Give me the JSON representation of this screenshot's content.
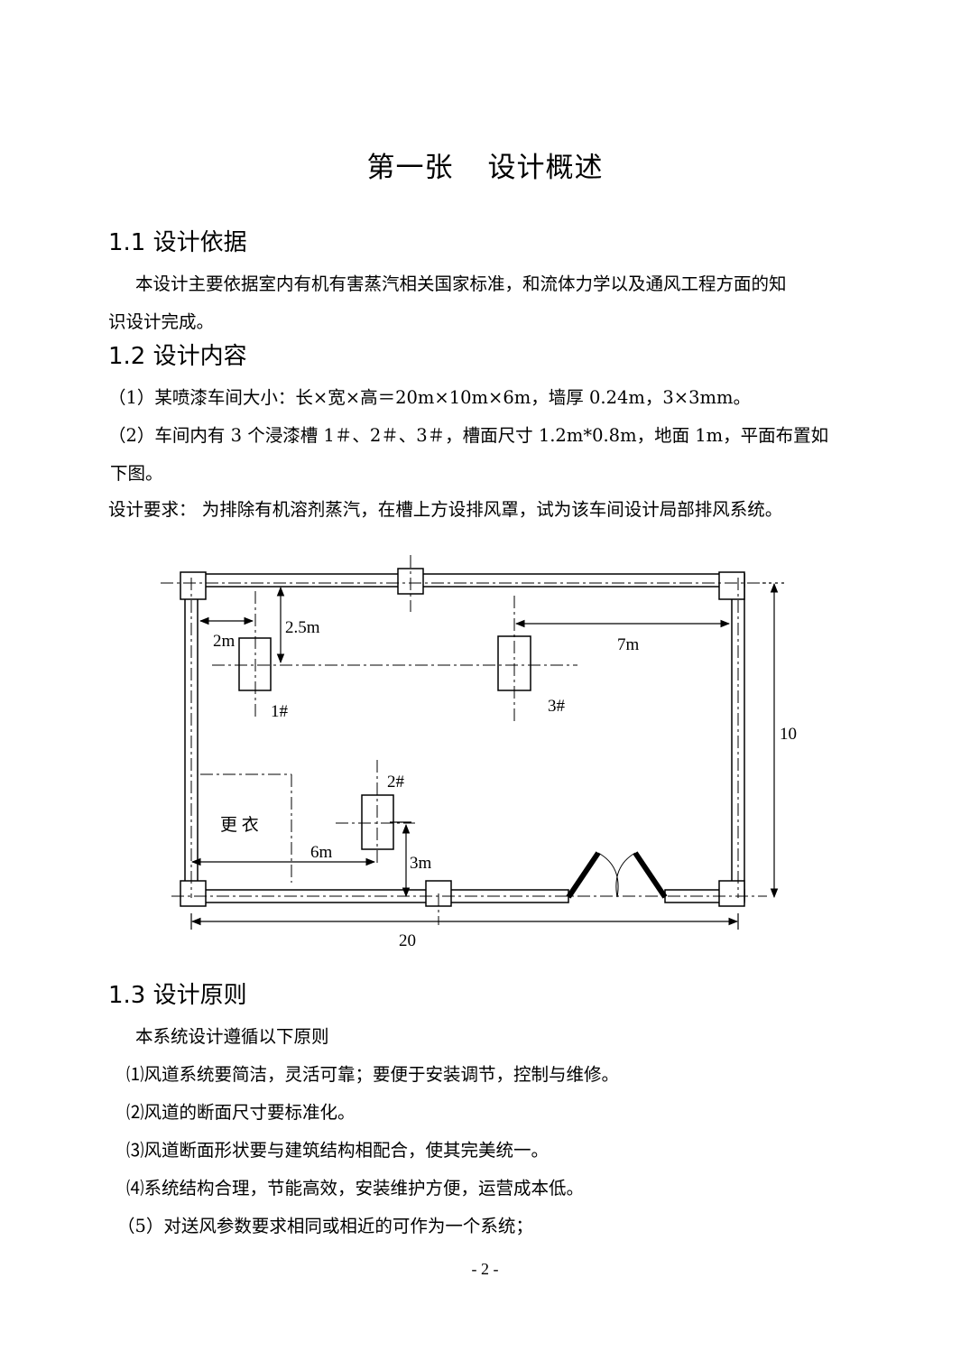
{
  "title": {
    "part1": "第一张",
    "part2": "设计概述"
  },
  "sections": {
    "s1": {
      "heading": "1.1 设计依据",
      "para_line1": "本设计主要依据室内有机有害蒸汽相关国家标准，和流体力学以及通风工程方面的知",
      "para_line2": "识设计完成。"
    },
    "s2": {
      "heading": "1.2 设计内容",
      "item1": "（1）某喷漆车间大小：长×宽×高＝20m×10m×6m，墙厚 0.24m，3×3mm。",
      "item2_line1": "（2）车间内有 3 个浸漆槽 1＃、2＃、3＃，槽面尺寸 1.2m*0.8m，地面 1m，平面布置如",
      "item2_line2": "下图。",
      "requirement": "设计要求：  为排除有机溶剂蒸汽，在槽上方设排风罩，试为该车间设计局部排风系统。"
    },
    "s3": {
      "heading": "1.3 设计原则",
      "intro": "本系统设计遵循以下原则",
      "items": [
        "⑴风道系统要简洁，灵活可靠；要便于安装调节，控制与维修。",
        "⑵风道的断面尺寸要标准化。",
        "⑶风道断面形状要与建筑结构相配合，使其完美统一。",
        "⑷系统结构合理，节能高效，安装维护方便，运营成本低。",
        "（5）对送风参数要求相同或相近的可作为一个系统；"
      ]
    }
  },
  "diagram": {
    "dim_2_5m": "2.5m",
    "dim_2m": "2m",
    "dim_7m": "7m",
    "label_1": "1#",
    "label_3": "3#",
    "label_2": "2#",
    "dim_10": "10",
    "changing_room": "更  衣",
    "dim_6m": "6m",
    "dim_3m": "3m",
    "dim_20": "20"
  },
  "page_number": "- 2 -"
}
